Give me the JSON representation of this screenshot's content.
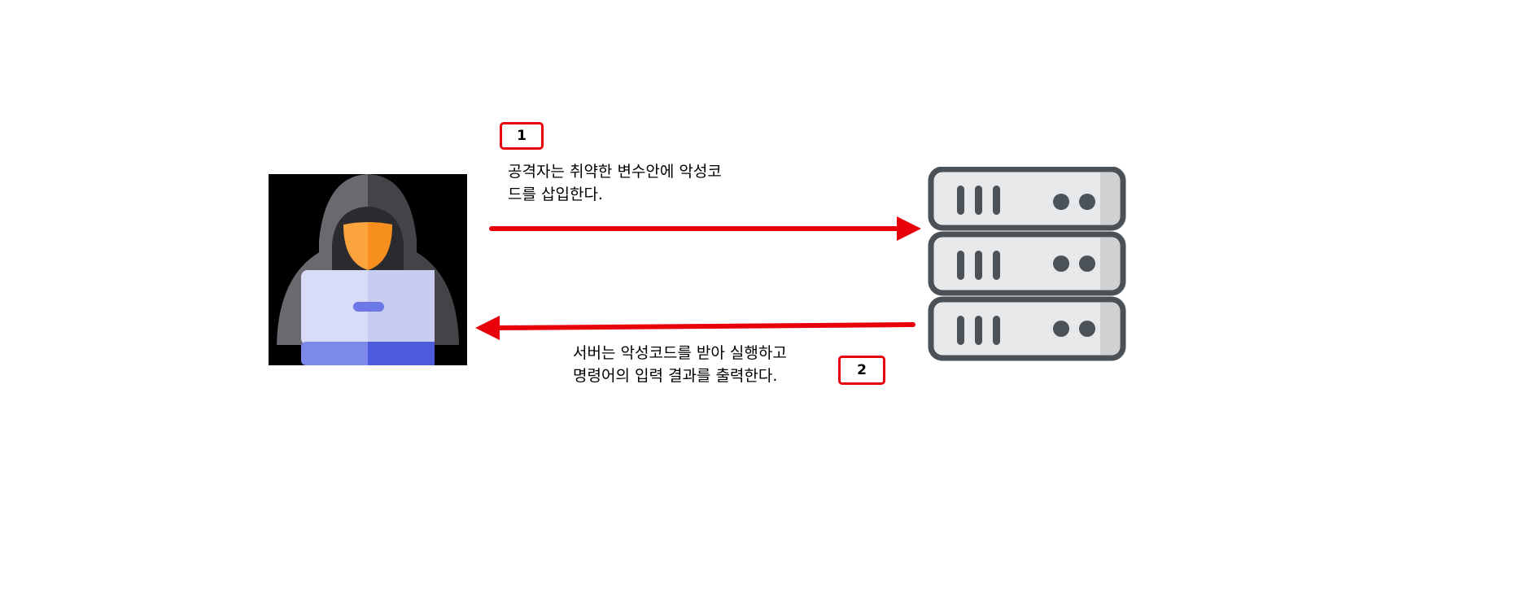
{
  "colors": {
    "accent_red": "#e8000b",
    "hood_dark": "#454348",
    "hood_light": "#6b6970",
    "face": "#fba43d",
    "laptop_screen": "#d8dcf6",
    "laptop_base": "#4b5bdc",
    "server_body": "#e7e8e9",
    "server_frame": "#4b5257"
  },
  "icons": {
    "attacker": "hooded-hacker-with-laptop-icon",
    "server": "server-rack-icon"
  },
  "steps": [
    {
      "number": "1",
      "lines": [
        "공격자는 취약한 변수안에 악성코",
        "드를 삽입한다."
      ]
    },
    {
      "number": "2",
      "lines": [
        "서버는 악성코드를 받아 실행하고",
        "명령어의 입력 결과를 출력한다."
      ]
    }
  ]
}
